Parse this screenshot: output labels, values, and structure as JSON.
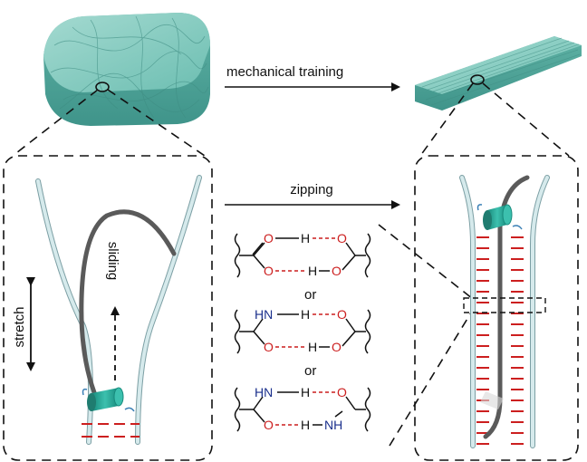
{
  "labels": {
    "mechanical_training": "mechanical training",
    "zipping": "zipping",
    "stretch": "stretch",
    "sliding": "sliding",
    "or_1": "or",
    "or_2": "or"
  },
  "bond_schemes": [
    {
      "top_left": "O",
      "top_mid": "H",
      "top_right": "O",
      "bottom_left": "O",
      "bottom_mid": "H",
      "bottom_right": "O"
    },
    {
      "top_left": "HN",
      "top_mid": "H",
      "top_right": "O",
      "bottom_left": "O",
      "bottom_mid": "H",
      "bottom_right": "O"
    },
    {
      "top_left": "HN",
      "top_mid": "H",
      "top_right": "O",
      "bottom_left": "O",
      "bottom_mid": "H",
      "bottom_right": "NH"
    }
  ],
  "colors": {
    "hydrogel": "#6fc1b4",
    "fiber": "#c9e1e3",
    "polymer": "#555555",
    "ring": "#1f9e8f",
    "hbond": "#cc1f1f",
    "oxygen": "#cc1f1f",
    "nitrogen": "#1a2f8c"
  }
}
